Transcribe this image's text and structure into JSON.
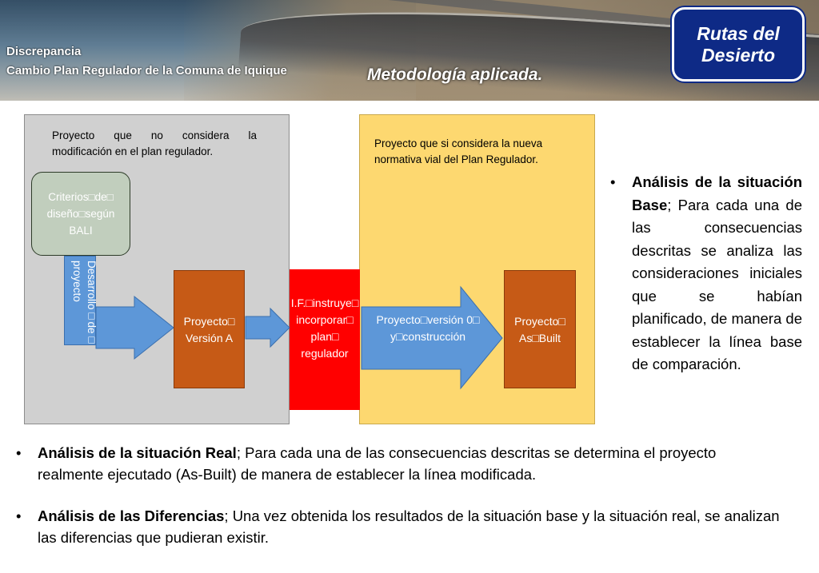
{
  "header": {
    "line1": "Discrepancia",
    "line2": "Cambio Plan Regulador de la Comuna de Iquique",
    "title": "Metodología aplicada."
  },
  "logo": {
    "line1": "Rutas del",
    "line2": "Desierto"
  },
  "diagram": {
    "gray_panel_text_1": "Proyecto que no considera la",
    "gray_panel_text_2": "modificación en el plan regulador.",
    "yellow_panel_text_1": "Proyecto que si considera la nueva",
    "yellow_panel_text_2": "normativa vial del Plan Regulador.",
    "criterios": [
      "Criterios□de□",
      "diseño□según",
      "BALI"
    ],
    "desarrollo": [
      "Desarrollo□de□",
      "proyecto"
    ],
    "proyecto_a": [
      "Proyecto□",
      "Versión A"
    ],
    "red_box": [
      "I.F.□instruye□",
      "incorporar□",
      "plan□",
      "regulador"
    ],
    "proyecto_version": [
      "Proyecto□versión 0□",
      "y□construcción"
    ],
    "proyecto_asbuilt": [
      "Proyecto□",
      "As□Built"
    ]
  },
  "right_bullet": {
    "bold": "Análisis de la situación Base",
    "text": "; Para cada una de las consecuencias descritas se analiza las consideraciones iniciales que se habían planificado, de manera de establecer la línea base de comparación."
  },
  "bullets": [
    {
      "bold": "Análisis de la situación Real",
      "text": "; Para cada una de las consecuencias descritas se determina el proyecto realmente ejecutado (As-Built) de manera de establecer la línea modificada."
    },
    {
      "bold": "Análisis de las Diferencias",
      "text": "; Una vez obtenida los resultados de la situación base y la situación real, se analizan las diferencias que pudieran existir."
    }
  ],
  "colors": {
    "gray_panel": "#d0d0d0",
    "yellow_panel": "#fdd870",
    "red_box": "#ff0000",
    "orange_box": "#c65a16",
    "blue_arrow": "#5d97d8",
    "logo_blue": "#0e2a86"
  }
}
